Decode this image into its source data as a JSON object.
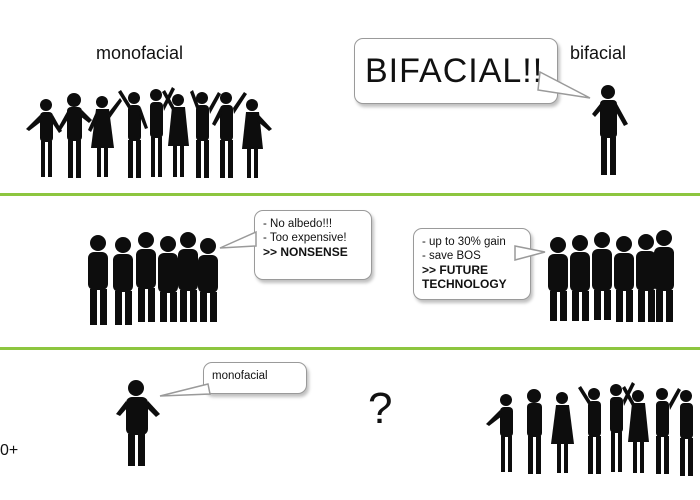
{
  "row1": {
    "left_label": "monofacial",
    "right_label": "bifacial",
    "bubble_text": "BIFACIAL!!"
  },
  "row2": {
    "left_bubble": [
      "- No albedo!!!",
      "- Too expensive!"
    ],
    "left_bubble_strong": ">> NONSENSE",
    "right_bubble": [
      "- up to 30% gain",
      "- save BOS"
    ],
    "right_bubble_strong_prefix": ">> ",
    "right_bubble_strong": [
      "FUTURE",
      "TECHNOLOGY"
    ]
  },
  "row3": {
    "bubble_text": "monofacial",
    "question": "?",
    "cut_label": "0+"
  },
  "colors": {
    "divider": "#8dc63f",
    "silhouette": "#0d0d0d"
  }
}
